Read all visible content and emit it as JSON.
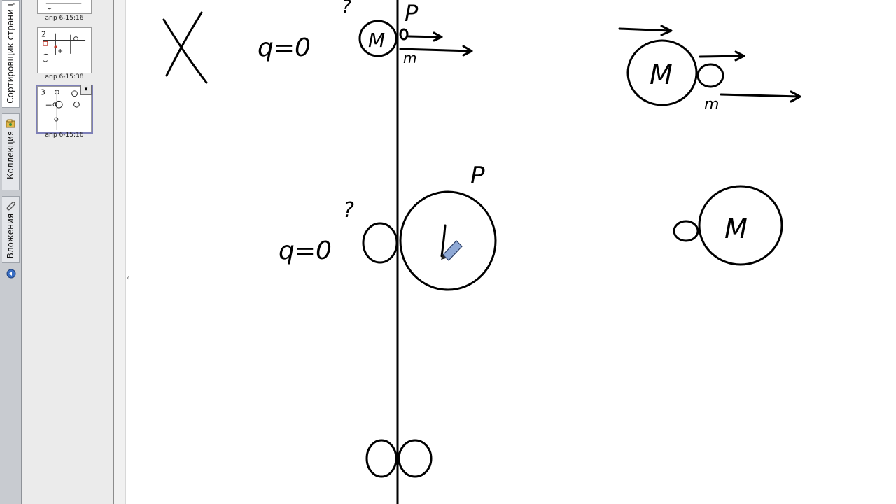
{
  "side_tabs": [
    {
      "label": "Сортировщик страниц",
      "icon": "page-sorter-icon"
    },
    {
      "label": "Коллекция",
      "icon": "gallery-icon"
    },
    {
      "label": "Вложения",
      "icon": "paperclip-icon"
    }
  ],
  "bottom_icon": "properties-icon",
  "thumbnails": [
    {
      "caption": "апр 6-15:16",
      "number": ""
    },
    {
      "caption": "апр 6-15:38",
      "number": "2"
    },
    {
      "caption": "апр 6-15:16",
      "number": "3"
    }
  ],
  "thumb_menu_glyph": "▾",
  "splitter_glyph": "‹",
  "board": {
    "labels": {
      "q_top": "q=0",
      "q_mid": "q=0",
      "question_top": "?",
      "question_mid": "?",
      "p_top": "P",
      "p_mid": "P",
      "m_big_left": "M",
      "m_small_top": "m",
      "m_big_right": "M",
      "m_small_right": "m",
      "m_bottom_right": "M"
    }
  }
}
